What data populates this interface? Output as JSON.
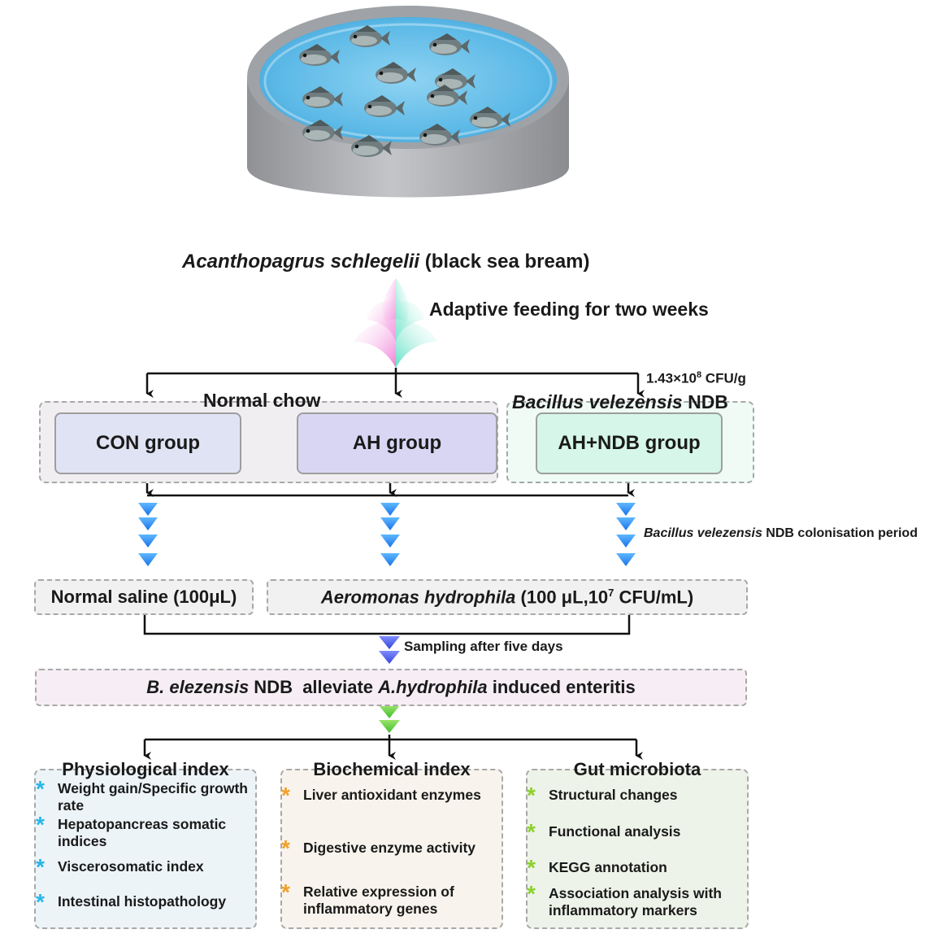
{
  "species": {
    "italic": "Acanthopagrus schlegelii",
    "rest": " (black sea bream)"
  },
  "adaptive_feeding": "Adaptive feeding for two weeks",
  "dose": {
    "base": "1.43×10",
    "sup": "8",
    "unit": " CFU/g"
  },
  "normal_chow": "Normal chow",
  "probiotic": {
    "italic": "Bacillus velezensis",
    "rest": " NDB"
  },
  "groups": [
    "CON group",
    "AH group",
    "AH+NDB group"
  ],
  "colonisation": {
    "italic": "Bacillus velezensis",
    "rest": " NDB colonisation period"
  },
  "saline": "Normal saline (100μL)",
  "challenge": {
    "italic": "Aeromonas hydrophila",
    "pre": " (100 μL,10",
    "sup": "7",
    "post": " CFU/mL)"
  },
  "sampling": "Sampling after five days",
  "conclusion": {
    "italic1": "B. elezensis",
    "mid": " NDB  alleviate ",
    "italic2": "A.hydrophila",
    "end": " induced enteritis"
  },
  "panels": [
    {
      "title": "Physiological index",
      "star_color": "#27b6e8",
      "items": [
        "Weight gain/Specific growth rate",
        "Hepatopancreas somatic indices",
        "Viscerosomatic index",
        "Intestinal histopathology"
      ]
    },
    {
      "title": "Biochemical index",
      "star_color": "#f0a02a",
      "items": [
        "Liver antioxidant enzymes",
        "Digestive enzyme activity",
        "Relative expression of inflammatory genes"
      ]
    },
    {
      "title": "Gut microbiota",
      "star_color": "#8ccf2e",
      "items": [
        "Structural changes",
        "Functional analysis",
        "KEGG annotation",
        "Association analysis with inflammatory markers"
      ]
    }
  ]
}
